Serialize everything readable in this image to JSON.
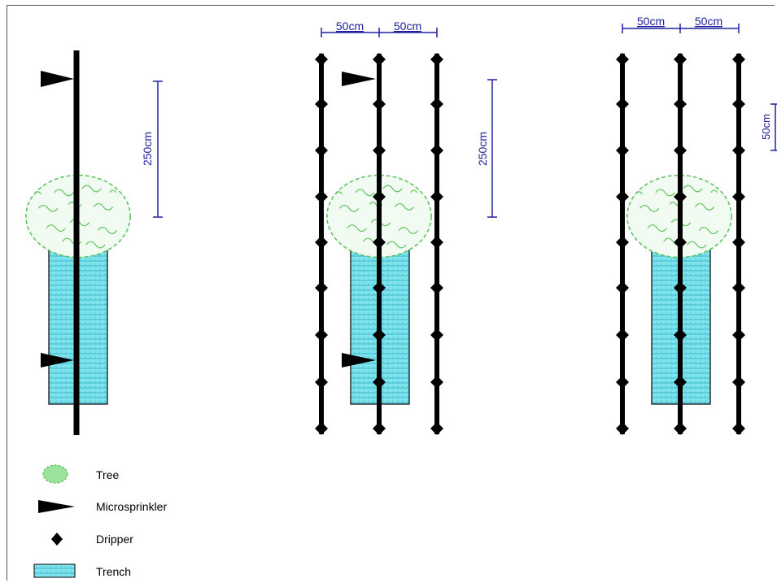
{
  "dimensions": {
    "spacing_a": "50cm",
    "spacing_b": "50cm",
    "spacing_c": "50cm",
    "spacing_d": "50cm",
    "vertical_1": "250cm",
    "vertical_2": "250cm",
    "vertical_3": "50cm"
  },
  "legend": {
    "tree": "Tree",
    "microsprinkler": "Microsprinkler",
    "dripper": "Dripper",
    "trench": "Trench"
  },
  "colors": {
    "tree": "#5cc45c",
    "tree_fill": "#eaf8ea",
    "trench": "#7fe3ee",
    "dimension": "#2020a0",
    "line": "#000000"
  }
}
